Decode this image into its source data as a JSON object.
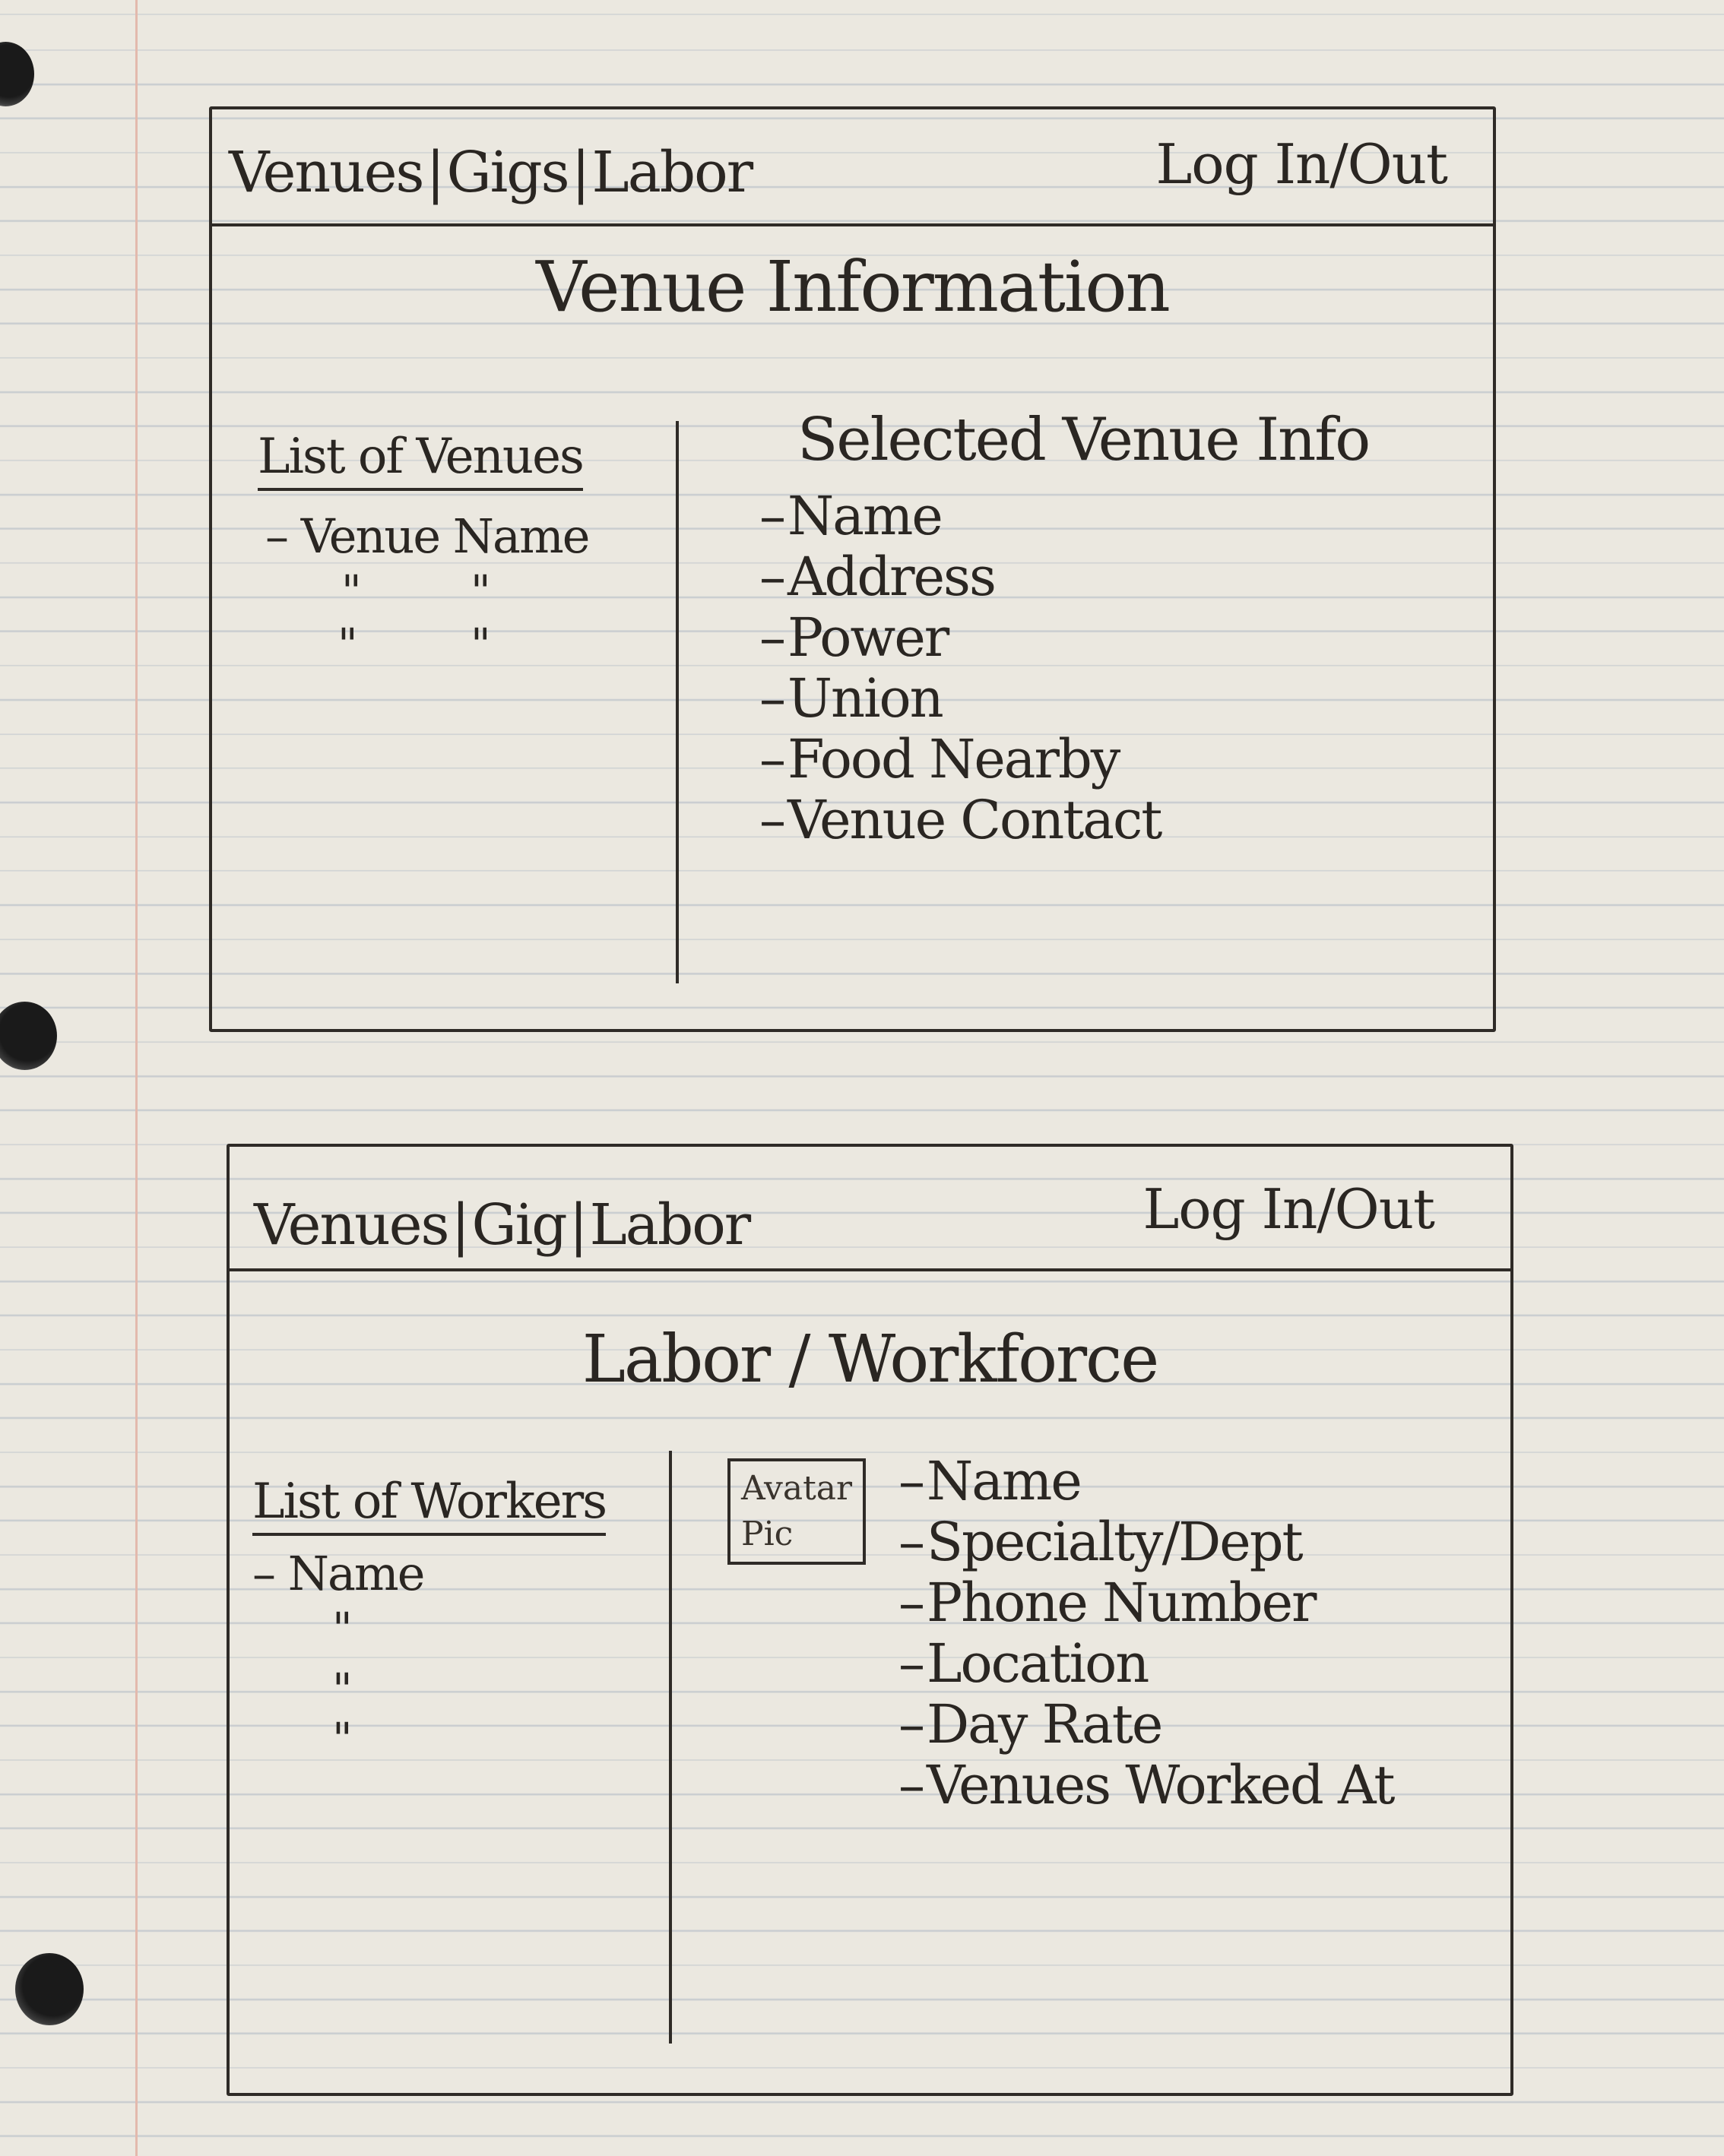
{
  "venue_page": {
    "nav": {
      "venues": "Venues",
      "gigs": "Gigs",
      "labor": "Labor",
      "sep": "|"
    },
    "login": "Log In/Out",
    "title": "Venue Information",
    "list": {
      "heading": "List of Venues",
      "first_item": "Venue Name",
      "ditto": "\""
    },
    "detail": {
      "heading": "Selected Venue Info",
      "fields": [
        "Name",
        "Address",
        "Power",
        "Union",
        "Food Nearby",
        "Venue Contact"
      ]
    }
  },
  "labor_page": {
    "nav": {
      "venues": "Venues",
      "gigs": "Gig",
      "labor": "Labor",
      "sep": "|"
    },
    "login": "Log In/Out",
    "title": "Labor / Workforce",
    "list": {
      "heading": "List of Workers",
      "first_item": "Name",
      "ditto": "\""
    },
    "avatar": {
      "line1": "Avatar",
      "line2": "Pic"
    },
    "detail": {
      "fields": [
        "Name",
        "Specialty/Dept",
        "Phone Number",
        "Location",
        "Day Rate",
        "Venues Worked At"
      ]
    }
  }
}
